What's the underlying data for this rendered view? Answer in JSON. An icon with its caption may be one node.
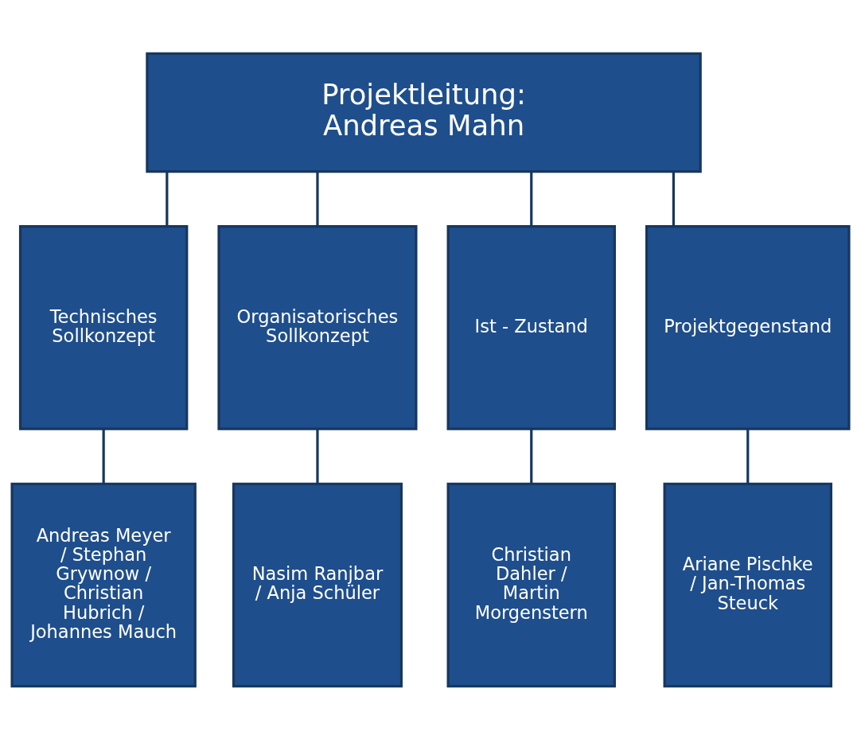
{
  "diagram": {
    "nodes": [
      {
        "text": [
          "Projektleitung:",
          "Andreas Mahn"
        ]
      },
      {
        "text": [
          "Technisches Sollkonzept"
        ]
      },
      {
        "text": [
          "Organisatorisches Sollkonzept"
        ]
      },
      {
        "text": [
          "Ist - Zustand"
        ]
      },
      {
        "text": [
          "Projektgegenstand"
        ]
      },
      {
        "text": [
          "Andreas Meyer / Stephan Grywnow / Christian Hubrich / Johannes Mauch"
        ]
      },
      {
        "text": [
          "Nasim Ranjbar / Anja Schüler"
        ]
      },
      {
        "text": [
          "Christian Dahler / Martin Morgenstern"
        ]
      },
      {
        "text": [
          "Ariane Pischke / Jan-Thomas Steuck"
        ]
      }
    ],
    "edges": [
      {
        "from": 0,
        "to": 1,
        "arrow": "none"
      },
      {
        "from": 0,
        "to": 2,
        "arrow": "none"
      },
      {
        "from": 0,
        "to": 3,
        "arrow": "none"
      },
      {
        "from": 0,
        "to": 4,
        "arrow": "none"
      },
      {
        "from": 1,
        "to": 5,
        "arrow": "none"
      },
      {
        "from": 2,
        "to": 6,
        "arrow": "none"
      },
      {
        "from": 3,
        "to": 7,
        "arrow": "none"
      },
      {
        "from": 4,
        "to": 8,
        "arrow": "none"
      }
    ]
  }
}
